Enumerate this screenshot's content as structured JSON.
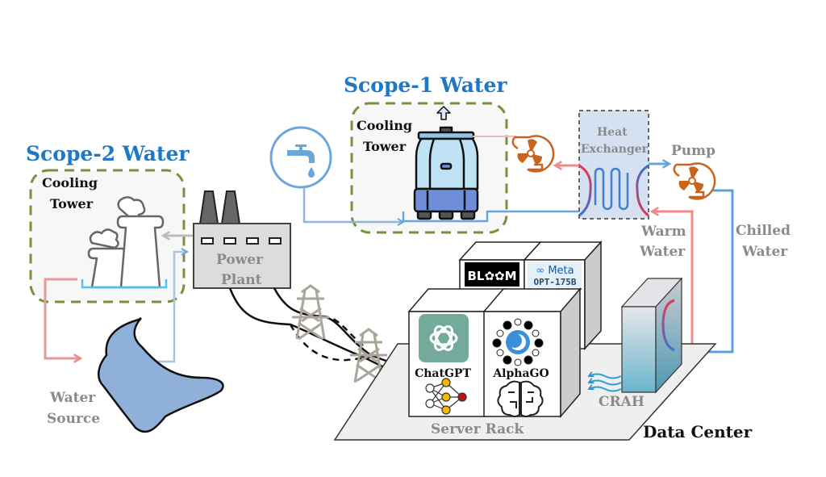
{
  "scope1": {
    "title": "Scope-1 Water",
    "cooling_tower_line1": "Cooling",
    "cooling_tower_line2": "Tower"
  },
  "scope2": {
    "title": "Scope-2 Water",
    "cooling_tower_line1": "Cooling",
    "cooling_tower_line2": "Tower"
  },
  "power_plant": {
    "line1": "Power",
    "line2": "Plant"
  },
  "water_source": {
    "line1": "Water",
    "line2": "Source"
  },
  "heat_exchanger": {
    "line1": "Heat",
    "line2": "Exchanger"
  },
  "pump": {
    "label": "Pump"
  },
  "warm_water": {
    "line1": "Warm",
    "line2": "Water"
  },
  "chilled_water": {
    "line1": "Chilled",
    "line2": "Water"
  },
  "server_rack": {
    "label": "Server Rack",
    "models": {
      "chatgpt": "ChatGPT",
      "alphago": "AlphaGO",
      "bloom": "BL✿✿M",
      "meta_brand": "Meta",
      "meta_model": "OPT-175B"
    }
  },
  "crah": {
    "label": "CRAH"
  },
  "data_center": {
    "label": "Data Center"
  },
  "colors": {
    "scope_blue": "#1f78c4",
    "dashed_green": "#76923c",
    "warm_red": "#f08a8a",
    "cold_blue": "#6aa6dc",
    "pump_orange": "#c8641e",
    "chatgpt_green": "#74aa9c"
  }
}
